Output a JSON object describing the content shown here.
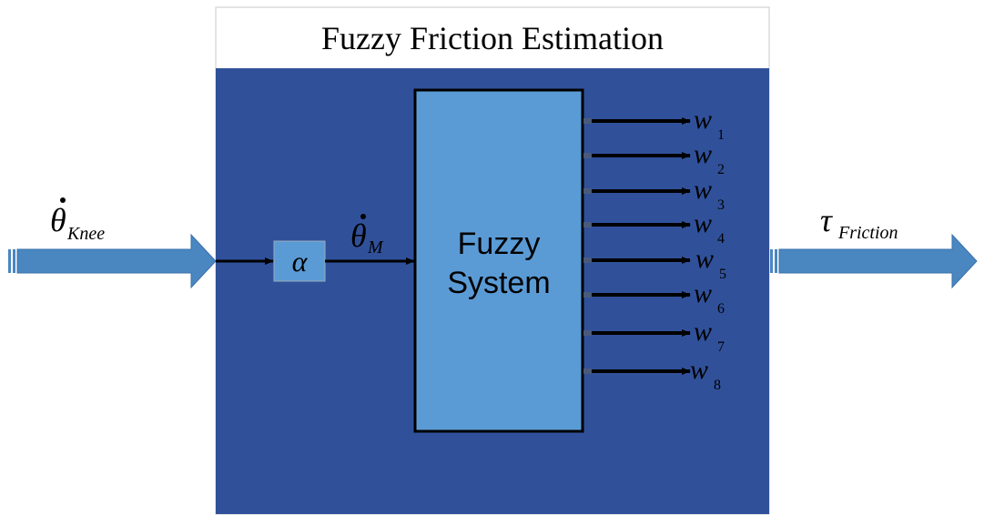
{
  "title": "Fuzzy Friction Estimation",
  "input": {
    "symbol": "θ",
    "subscript": "Knee"
  },
  "gain": {
    "symbol": "α"
  },
  "motor_signal": {
    "symbol": "θ",
    "subscript": "M"
  },
  "fuzzy_block": {
    "line1": "Fuzzy",
    "line2": "System"
  },
  "weights": [
    {
      "symbol": "w",
      "index": "1"
    },
    {
      "symbol": "w",
      "index": "2"
    },
    {
      "symbol": "w",
      "index": "3"
    },
    {
      "symbol": "w",
      "index": "4"
    },
    {
      "symbol": "w",
      "index": "5"
    },
    {
      "symbol": "w",
      "index": "6"
    },
    {
      "symbol": "w",
      "index": "7"
    },
    {
      "symbol": "w",
      "index": "8"
    }
  ],
  "output": {
    "symbol": "τ",
    "subscript": "Friction"
  },
  "colors": {
    "panel": "#30519a",
    "block": "#5b9bd5",
    "arrow_fill": "#4a86c0",
    "line": "#000000"
  }
}
